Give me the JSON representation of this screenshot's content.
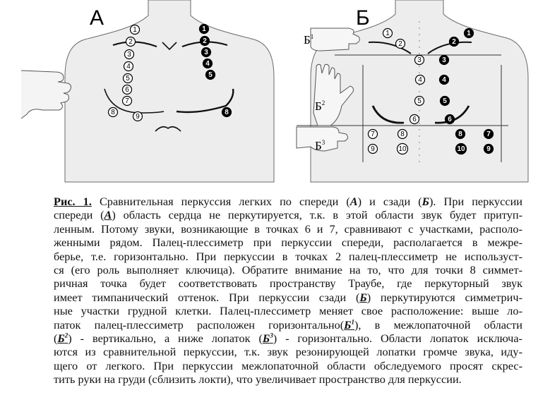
{
  "figure": {
    "panel_a_letter": "А",
    "panel_b_letter": "Б",
    "b1_label": "Б",
    "b1_sup": "1",
    "b2_label": "Б",
    "b2_sup": "2",
    "b3_label": "Б",
    "b3_sup": "3",
    "front_left_points": [
      "1",
      "2",
      "3",
      "4",
      "5",
      "6",
      "7",
      "8",
      "9"
    ],
    "front_right_points": [
      "1",
      "2",
      "3",
      "4",
      "5",
      "8"
    ],
    "back_left_points": [
      "1",
      "2",
      "3",
      "4",
      "5",
      "6",
      "7",
      "8",
      "9",
      "10"
    ],
    "back_right_points": [
      "1",
      "2",
      "3",
      "4",
      "5",
      "6",
      "8",
      "7",
      "10",
      "9"
    ]
  },
  "caption": {
    "lines": [
      {
        "parts": [
          {
            "t": "Рис. 1.",
            "c": "lbl"
          },
          {
            "t": " Сравнительная перкуссия легких по спереди ("
          },
          {
            "t": "А",
            "c": "em"
          },
          {
            "t": ") и сзади ("
          },
          {
            "t": "Б",
            "c": "em"
          },
          {
            "t": "). При перкуссии"
          }
        ]
      },
      {
        "parts": [
          {
            "t": "спереди ("
          },
          {
            "t": "А",
            "c": "ref"
          },
          {
            "t": ") область сердца не перкутируется, т.к. в этой области звук будет притуп-"
          }
        ]
      },
      {
        "parts": [
          {
            "t": "ленным. Потому звуки, возникающие в точках 6 и 7, сравнивают с участками, располо-"
          }
        ]
      },
      {
        "parts": [
          {
            "t": "женными рядом. Палец-плессиметр при перкуссии спереди, располагается в межре-"
          }
        ]
      },
      {
        "parts": [
          {
            "t": "берье, т.е. горизонтально. При перкуссии в точках 2 палец-плессиметр не используст-"
          }
        ]
      },
      {
        "parts": [
          {
            "t": "ся (его роль выполняет ключица). Обратите внимание на то, что для точки 8 симмет-"
          }
        ]
      },
      {
        "parts": [
          {
            "t": "ричная точка будет соответствовать пространству Траубе, где перкуторный звук"
          }
        ]
      },
      {
        "parts": [
          {
            "t": "имеет тимпанический оттенок. При перкуссии сзади ("
          },
          {
            "t": "Б",
            "c": "ref"
          },
          {
            "t": ") перкутируются симметрич-"
          }
        ]
      },
      {
        "parts": [
          {
            "t": "ные участки грудной клетки. Палец-плессиметр меняет свое расположение: выше ло-"
          }
        ]
      },
      {
        "parts": [
          {
            "t": "паток палец-плессиметр расположен горизонтально("
          },
          {
            "t": "Б",
            "c": "ref",
            "sup": "1"
          },
          {
            "t": "), в межлопаточной области"
          }
        ]
      },
      {
        "parts": [
          {
            "t": "("
          },
          {
            "t": "Б",
            "c": "ref",
            "sup": "2"
          },
          {
            "t": ") - вертикально, а ниже лопаток ("
          },
          {
            "t": "Б",
            "c": "ref",
            "sup": "3"
          },
          {
            "t": ") - горизонтально. Области лопаток исключа-"
          }
        ]
      },
      {
        "parts": [
          {
            "t": "ются из сравнительной перкуссии, т.к. звук резонирующей лопатки громче звука, иду-"
          }
        ]
      },
      {
        "parts": [
          {
            "t": "щего от легкого. При перкуссии межлопаточной области обследуемого просят скрес-"
          }
        ]
      },
      {
        "parts": [
          {
            "t": "тить руки на груди (сблизить локти), что увеличивает пространство для перкуссии."
          }
        ]
      }
    ]
  }
}
